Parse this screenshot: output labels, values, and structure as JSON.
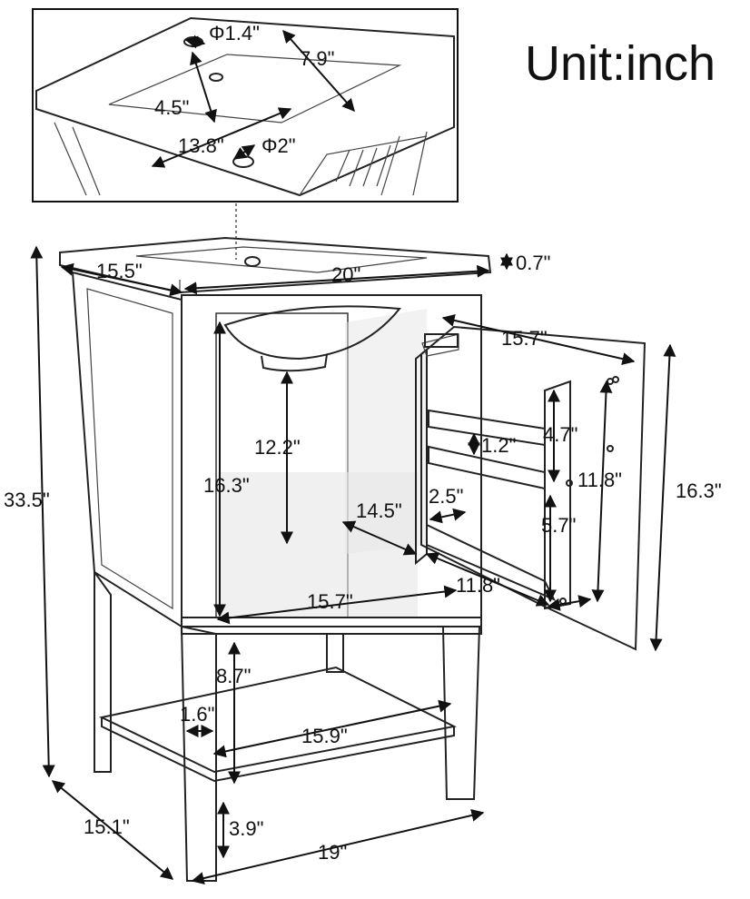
{
  "unit_label": "Unit:inch",
  "inset": {
    "faucet_hole": "Φ1.4\"",
    "basin_depth": "7.9\"",
    "basin_offset": "4.5\"",
    "basin_width": "13.8\"",
    "drain_hole": "Φ2\""
  },
  "top": {
    "depth": "15.5\"",
    "width": "20\"",
    "thickness": "0.7\""
  },
  "cabinet": {
    "total_height": "33.5\"",
    "inner_height": "16.3\"",
    "sink_clearance": "12.2\"",
    "inner_depth": "14.5\"",
    "inner_width": "15.7\"",
    "shelf_gap": "8.7\"",
    "shelf_inset": "1.6\"",
    "shelf_width": "15.9\"",
    "leg_height": "3.9\"",
    "base_depth": "15.1\"",
    "base_width": "19\""
  },
  "door": {
    "width": "15.7\"",
    "height": "16.3\"",
    "rack_top_gap": "4.7\"",
    "rail_gap": "1.2\"",
    "rack_height": "11.8\"",
    "rack_depth": "2.5\"",
    "rack_bottom_gap": "5.7\"",
    "rack_width": "11.8\""
  }
}
